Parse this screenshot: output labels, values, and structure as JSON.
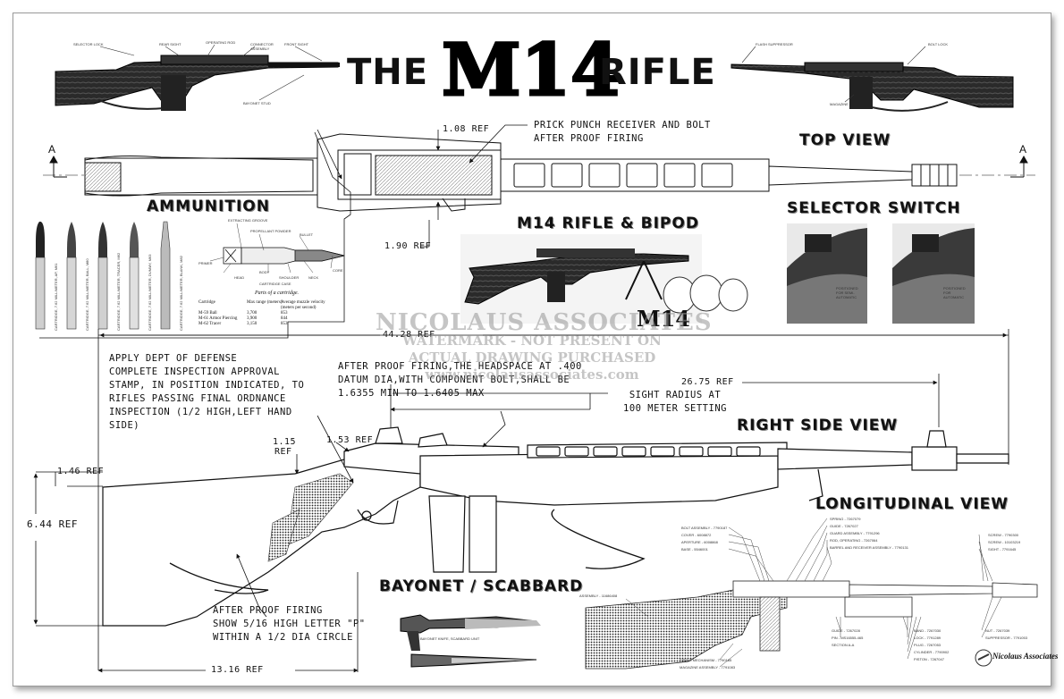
{
  "title": {
    "pre": "THE",
    "main": "M14",
    "post": "RIFLE"
  },
  "sections": {
    "top_view": "TOP VIEW",
    "ammunition": "AMMUNITION",
    "bipod": "M14 RIFLE & BIPOD",
    "selector": "SELECTOR SWITCH",
    "right_side": "RIGHT SIDE VIEW",
    "longitudinal": "LONGITUDINAL VIEW",
    "bayonet": "BAYONET / SCABBARD"
  },
  "top_rifle_labels": {
    "selector_lock": "SELECTOR LOCK",
    "rear_sight": "REAR SIGHT",
    "operating_rod": "OPERATING ROD",
    "connector_assembly": "CONNECTOR ASSEMBLY",
    "front_sight": "FRONT SIGHT",
    "bayonet_stud": "BAYONET STUD",
    "flash_suppressor": "FLASH SUPPRESSOR",
    "bolt_lock": "BOLT LOCK",
    "magazine": "MAGAZINE"
  },
  "section_markers": {
    "left": "A",
    "right": "A"
  },
  "dimensions": {
    "d108": "1.08 REF",
    "d190": "1.90 REF",
    "d4428": "44.28 REF",
    "d2675": "26.75 REF",
    "d115a": "1.15",
    "d115b": "REF",
    "d153": "1.53 REF",
    "d146": "1.46 REF",
    "d644": "6.44 REF",
    "d1316": "13.16 REF"
  },
  "notes": {
    "prick_punch": [
      "PRICK PUNCH RECEIVER AND BOLT",
      "AFTER PROOF FIRING"
    ],
    "inspection": [
      "APPLY DEPT OF DEFENSE",
      "COMPLETE INSPECTION APPROVAL",
      "STAMP, IN POSITION INDICATED, TO",
      "RIFLES PASSING FINAL ORDNANCE",
      "INSPECTION (1/2 HIGH,LEFT HAND",
      "SIDE)"
    ],
    "headspace": [
      "AFTER PROOF FIRING,THE HEADSPACE AT .400",
      "DATUM DIA,WITH COMPONENT BOLT,SHALL BE",
      "1.6355 MIN TO 1.6405 MAX"
    ],
    "sight_radius": [
      "SIGHT RADIUS AT",
      "100 METER SETTING"
    ],
    "proof_mark": [
      "AFTER PROOF FIRING",
      "SHOW 5/16 HIGH LETTER \"P\"",
      "WITHIN A 1/2 DIA CIRCLE"
    ]
  },
  "cartridges": [
    "CARTRIDGE, 7.62 MILLIMETER, AP, M61",
    "CARTRIDGE, 7.62 MILLIMETER, BALL, M80",
    "CARTRIDGE, 7.62 MILLIMETER, TRACER, M62",
    "CARTRIDGE, 7.62 MILLIMETER, DUMMY, M63",
    "CARTRIDGE, 7.62 MILLIMETER, BLANK, M82"
  ],
  "cartridge_parts": {
    "extracting_groove": "EXTRACTING GROOVE",
    "propellant_powder": "PROPELLANT POWDER",
    "bullet": "BULLET",
    "primer": "PRIMER",
    "head": "HEAD",
    "body": "BODY",
    "shoulder": "SHOULDER",
    "neck": "NECK",
    "core": "CORE",
    "case": "CARTRIDGE CASE",
    "caption": "Parts of a cartridge."
  },
  "ammo_table": {
    "headers": [
      "Cartridge",
      "Max range (meters)",
      "Average muzzle velocity (meters per second)"
    ],
    "rows": [
      [
        "M-59 Ball",
        "3,700",
        "853"
      ],
      [
        "M-61 Armor Piercing",
        "3,900",
        "844"
      ],
      [
        "M-62 Tracer",
        "3,150",
        "853"
      ]
    ]
  },
  "bipod_image_title": "M14",
  "selector_captions": [
    "POSITIONED FOR SEMI-AUTOMATIC",
    "POSITIONED FOR AUTOMATIC"
  ],
  "longitudinal_labels": {
    "left_top": [
      "BOLT ASSEMBLY - 7790187",
      "COVER - 6008872",
      "APERTURE - 6008868",
      "BASE - 5546001"
    ],
    "center_top": [
      "SPRING - 7267079",
      "GUIDE - 7267027",
      "GUARD ASSEMBLY - 7791296",
      "ROD, OPERATING - 7267064",
      "BARREL AND RECEIVER ASSEMBLY - 7790131"
    ],
    "right_top": [
      "SCREW - 7790300",
      "SCREW - 10103219",
      "SIGHT - 7791645"
    ],
    "bottom_left": [
      "FIRING MECHANISM - 7790185",
      "MAGAZINE ASSEMBLY - 7791083"
    ],
    "bottom_mid": [
      "GUIDE - 7267028",
      "PIN - MS16555-465",
      "SECTION A-A"
    ],
    "bottom_mid2": [
      "BAND - 7267030",
      "LOCK - 7791289",
      "PLUG - 7267053",
      "CYLINDER - 7790902",
      "PISTON - 7267047"
    ],
    "bottom_right": [
      "NUT - 7267039",
      "SUPPRESSOR - 7791053"
    ],
    "assembly": "ASSEMBLY - 11686408",
    "bayonet_cap": "BAYONET KNIFE, SCABBARD UNIT"
  },
  "watermark": {
    "line1": "NICOLAUS ASSOCIATES",
    "line2": "WATERMARK - NOT PRESENT ON",
    "line3": "ACTUAL DRAWING PURCHASED",
    "line4": "www.nicolausassociates.com"
  },
  "logo": {
    "name": "Nicolaus Associates"
  }
}
